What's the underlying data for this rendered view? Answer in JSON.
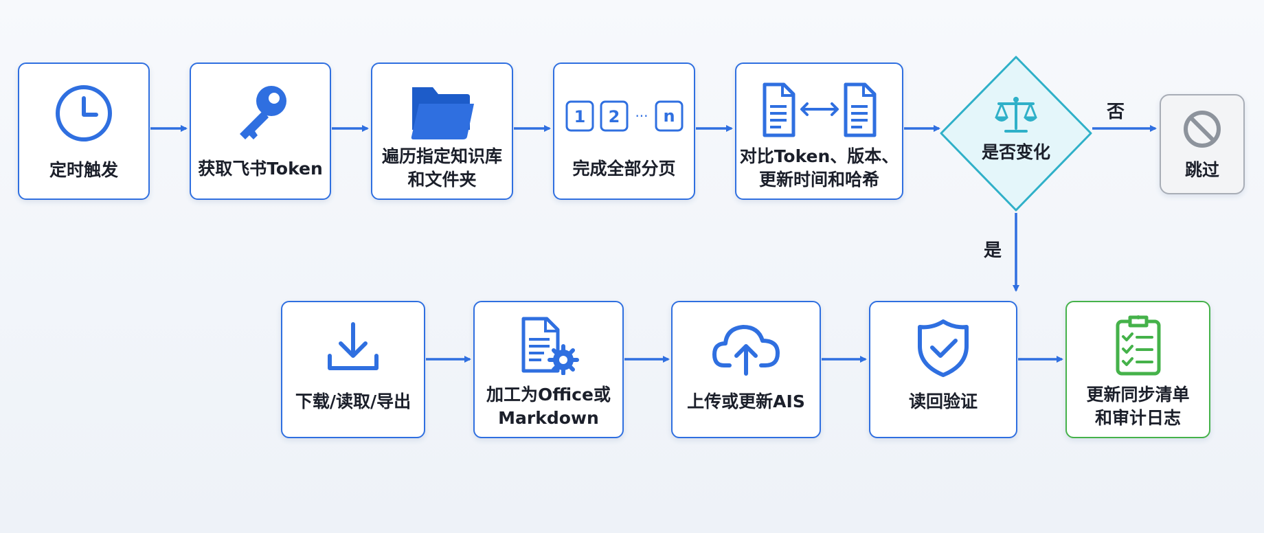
{
  "nodes": {
    "timer": "定时触发",
    "token": "获取飞书Token",
    "traverse": "遍历指定知识库\n和文件夹",
    "paging": "完成全部分页",
    "paging_icon": {
      "one": "1",
      "two": "2",
      "dots": "···",
      "n": "n"
    },
    "compare": "对比Token、版本、\n更新时间和哈希",
    "decision": "是否变化",
    "skip": "跳过",
    "download": "下载/读取/导出",
    "process": "加工为Office或\nMarkdown",
    "upload": "上传或更新AIS",
    "verify": "读回验证",
    "update_log": "更新同步清单\n和审计日志"
  },
  "branches": {
    "no": "否",
    "yes": "是"
  },
  "icons": {
    "timer": "clock-icon",
    "token": "key-icon",
    "traverse": "folder-icon",
    "paging": "pagination-icon",
    "compare": "compare-documents-icon",
    "decision": "scale-icon",
    "skip": "prohibited-icon",
    "download": "download-icon",
    "process": "document-gear-icon",
    "upload": "cloud-upload-icon",
    "verify": "shield-check-icon",
    "update_log": "clipboard-checklist-icon"
  },
  "colors": {
    "primary": "#2f6fe0",
    "decision": "#2fb0c8",
    "decision_fill": "#e4f6fa",
    "success": "#45b24a",
    "muted": "#8d939c"
  }
}
